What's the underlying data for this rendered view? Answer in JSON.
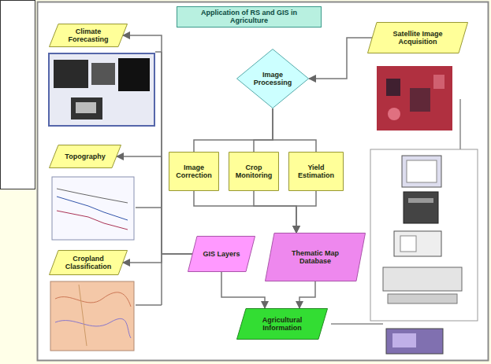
{
  "diagram": {
    "title": "Application of RS and GIS in Agriculture",
    "nodes": [
      {
        "text": [
          "Climate Forecasting"
        ]
      },
      {
        "text": [
          "Image Processing"
        ]
      },
      {
        "text": [
          "Satellite Image Acquisition"
        ]
      },
      {
        "text": [
          "Topography"
        ]
      },
      {
        "text": [
          "Image Correction"
        ]
      },
      {
        "text": [
          "Crop Monitoring"
        ]
      },
      {
        "text": [
          "Yield Estimation"
        ]
      },
      {
        "text": [
          "Cropland Classification"
        ]
      },
      {
        "text": [
          "GIS Layers"
        ]
      },
      {
        "text": [
          "Thematic Map Database"
        ]
      },
      {
        "text": [
          "Agricultural Information"
        ]
      }
    ],
    "edges": [
      {
        "from": 2,
        "to": 1,
        "arrow": "to"
      },
      {
        "from": 1,
        "to": 4,
        "arrow": "none"
      },
      {
        "from": 1,
        "to": 5,
        "arrow": "none"
      },
      {
        "from": 1,
        "to": 6,
        "arrow": "none"
      },
      {
        "from": 4,
        "to": 9,
        "arrow": "to"
      },
      {
        "from": 5,
        "to": 9,
        "arrow": "to"
      },
      {
        "from": 6,
        "to": 9,
        "arrow": "to"
      },
      {
        "from": 8,
        "to": 0,
        "arrow": "to"
      },
      {
        "from": 8,
        "to": 3,
        "arrow": "to"
      },
      {
        "from": 8,
        "to": 7,
        "arrow": "to"
      },
      {
        "from": 8,
        "to": 10,
        "arrow": "to"
      },
      {
        "from": 9,
        "to": 10,
        "arrow": "to"
      }
    ]
  }
}
